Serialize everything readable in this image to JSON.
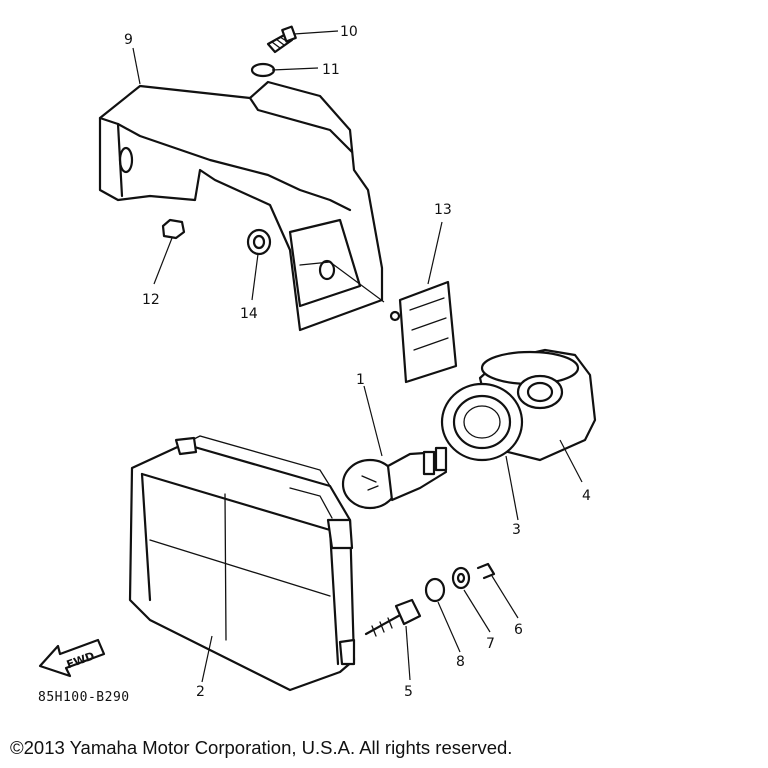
{
  "diagram": {
    "part_numbers": {
      "p1": "1",
      "p2": "2",
      "p3": "3",
      "p4": "4",
      "p5": "5",
      "p6": "6",
      "p7": "7",
      "p8": "8",
      "p9": "9",
      "p10": "10",
      "p11": "11",
      "p12": "12",
      "p13": "13",
      "p14": "14"
    },
    "fwd_label": "FWD",
    "drawing_code": "85H100-B290"
  },
  "footer": {
    "copyright": "©2013 Yamaha Motor Corporation, U.S.A. All rights reserved."
  }
}
